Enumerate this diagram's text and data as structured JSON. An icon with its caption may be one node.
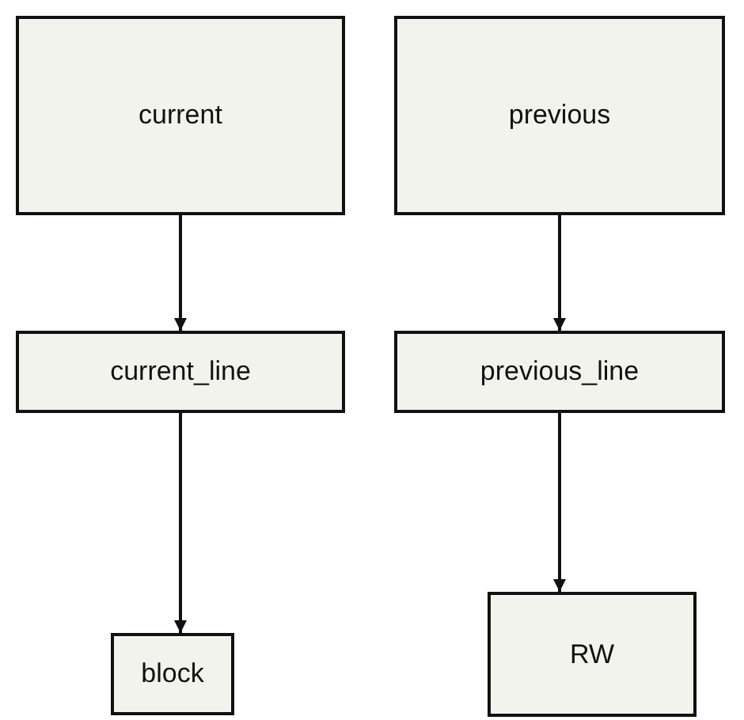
{
  "diagram": {
    "nodes": [
      {
        "text": [
          "current"
        ]
      },
      {
        "text": [
          "current_line"
        ]
      },
      {
        "text": [
          "block"
        ]
      },
      {
        "text": [
          "previous"
        ]
      },
      {
        "text": [
          "previous_line"
        ]
      },
      {
        "text": [
          "RW"
        ]
      }
    ],
    "edges": [
      {
        "from": 0,
        "to": 1,
        "arrow": "to"
      },
      {
        "from": 1,
        "to": 2,
        "arrow": "to"
      },
      {
        "from": 3,
        "to": 4,
        "arrow": "to"
      },
      {
        "from": 4,
        "to": 5,
        "arrow": "to"
      }
    ]
  }
}
